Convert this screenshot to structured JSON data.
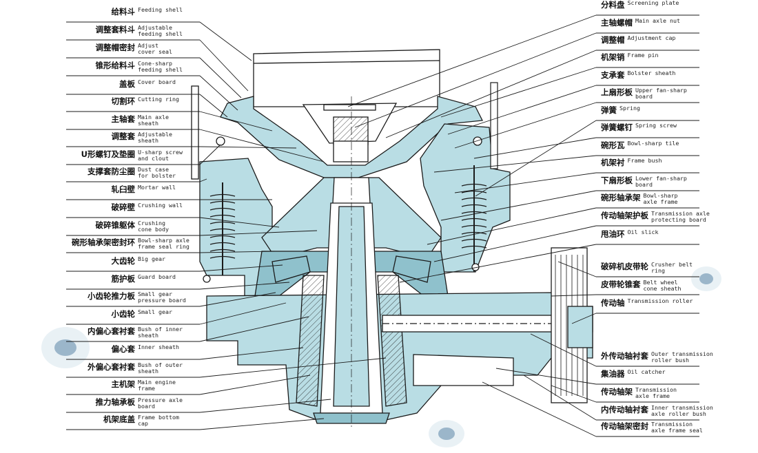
{
  "left_labels": [
    {
      "zh": "给料斗",
      "en": "Feeding shell"
    },
    {
      "zh": "调整套料斗",
      "en": "Adjustable\nfeeding shell"
    },
    {
      "zh": "调整帽密封",
      "en": "Adjust\ncover seal"
    },
    {
      "zh": "锥形给料斗",
      "en": "Cone-sharp\nfeeding shell"
    },
    {
      "zh": "盖板",
      "en": "Cover board"
    },
    {
      "zh": "切割环",
      "en": "Cutting ring"
    },
    {
      "zh": "主轴套",
      "en": "Main axle\nsheath"
    },
    {
      "zh": "调整套",
      "en": "Adjustable\nsheath"
    },
    {
      "zh": "U形螺钉及垫圈",
      "en": "U-sharp screw\nand clout"
    },
    {
      "zh": "支撑套防尘圈",
      "en": "Dust case\nfor bolster"
    },
    {
      "zh": "轧臼壁",
      "en": "Mortar wall"
    },
    {
      "zh": "破碎壁",
      "en": "Crushing wall"
    },
    {
      "zh": "破碎锥躯体",
      "en": "Crushing\ncone body"
    },
    {
      "zh": "碗形轴承架密封环",
      "en": "Bowl-sharp axle\nframe seal ring"
    },
    {
      "zh": "大齿轮",
      "en": "Big gear"
    },
    {
      "zh": "筋护板",
      "en": "Guard board"
    },
    {
      "zh": "小齿轮推力板",
      "en": "Small gear\npressure board"
    },
    {
      "zh": "小齿轮",
      "en": "Small gear"
    },
    {
      "zh": "内偏心套衬套",
      "en": "Bush of inner\nsheath"
    },
    {
      "zh": "偏心套",
      "en": "Inner sheath"
    },
    {
      "zh": "外偏心套衬套",
      "en": "Bush of outer\nsheath"
    },
    {
      "zh": "主机架",
      "en": "Main engine\nframe"
    },
    {
      "zh": "推力轴承板",
      "en": "Pressure axle\nboard"
    },
    {
      "zh": "机架底盖",
      "en": "Frame bottom\ncap"
    }
  ],
  "right_labels": [
    {
      "zh": "分料盘",
      "en": "Screening plate"
    },
    {
      "zh": "主轴螺帽",
      "en": "Main axle nut"
    },
    {
      "zh": "调整帽",
      "en": "Adjustment cap"
    },
    {
      "zh": "机架销",
      "en": "Frame pin"
    },
    {
      "zh": "支承套",
      "en": "Bolster sheath"
    },
    {
      "zh": "上扇形板",
      "en": "Upper fan-sharp\nboard"
    },
    {
      "zh": "弹簧",
      "en": "Spring"
    },
    {
      "zh": "弹簧螺钉",
      "en": "Spring screw"
    },
    {
      "zh": "碗形瓦",
      "en": "Bowl-sharp tile"
    },
    {
      "zh": "机架衬",
      "en": "Frame bush"
    },
    {
      "zh": "下扇形板",
      "en": "Lower fan-sharp\nboard"
    },
    {
      "zh": "碗形轴承架",
      "en": "Bowl-sharp\naxle frame"
    },
    {
      "zh": "传动轴架护板",
      "en": "Transmission axle\nprotecting board"
    },
    {
      "zh": "甩油环",
      "en": "Oil slick"
    },
    {
      "zh": "破碎机皮带轮",
      "en": "Crusher belt\nring"
    },
    {
      "zh": "皮带轮锥套",
      "en": "Belt wheel\ncone sheath"
    },
    {
      "zh": "传动轴",
      "en": "Transmission roller"
    },
    {
      "zh": "外传动轴衬套",
      "en": "Outer transmission\nroller bush"
    },
    {
      "zh": "集油器",
      "en": "Oil catcher"
    },
    {
      "zh": "传动轴架",
      "en": "Transmission\naxle frame"
    },
    {
      "zh": "内传动轴衬套",
      "en": "Inner transmission\naxle roller bush"
    },
    {
      "zh": "传动轴架密封",
      "en": "Transmission\naxle frame seal"
    }
  ],
  "colors": {
    "machine_fill": "#b9dde4",
    "machine_dark": "#8fc1cc",
    "line": "#1a1a1a",
    "accent_blob": "#5a86a8"
  }
}
